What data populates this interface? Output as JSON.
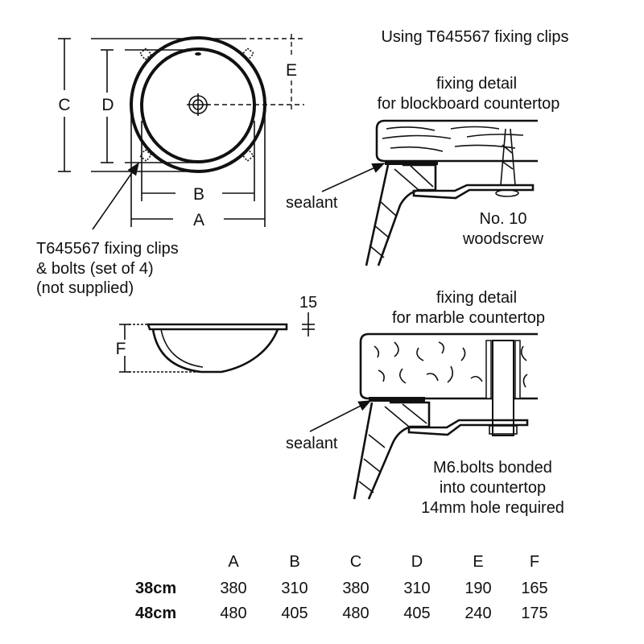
{
  "header": {
    "title": "Using T645567 fixing clips"
  },
  "plan_view": {
    "dims": {
      "A": "A",
      "B": "B",
      "C": "C",
      "D": "D",
      "E": "E",
      "F": "F"
    },
    "clips_note": [
      "T645567 fixing clips",
      "& bolts (set of 4)",
      "(not supplied)"
    ]
  },
  "side_view": {
    "rim_label": "15"
  },
  "blockboard_detail": {
    "title": [
      "fixing detail",
      "for blockboard countertop"
    ],
    "sealant": "sealant",
    "screw_note": [
      "No. 10",
      "woodscrew"
    ]
  },
  "marble_detail": {
    "title": [
      "fixing detail",
      "for marble countertop"
    ],
    "sealant": "sealant",
    "bolt_note": [
      "M6.bolts bonded",
      "into countertop",
      "14mm hole required"
    ]
  },
  "table": {
    "headers": [
      "A",
      "B",
      "C",
      "D",
      "E",
      "F"
    ],
    "rows": [
      {
        "label": "38cm",
        "values": [
          "380",
          "310",
          "380",
          "310",
          "190",
          "165"
        ]
      },
      {
        "label": "48cm",
        "values": [
          "480",
          "405",
          "480",
          "405",
          "240",
          "175"
        ]
      }
    ]
  }
}
